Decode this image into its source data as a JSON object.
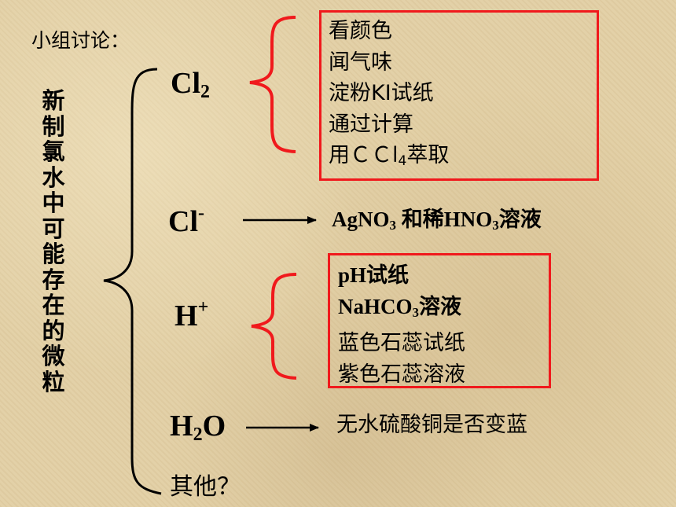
{
  "title": "小组讨论：",
  "vertical_label": [
    "新",
    "制",
    "氯",
    "水",
    "中",
    "可",
    "能",
    "存",
    "在",
    "的",
    "微",
    "粒"
  ],
  "species": {
    "cl2": {
      "base": "Cl",
      "sub": "2"
    },
    "cl_minus": {
      "base": "Cl",
      "sup": "-"
    },
    "h_plus": {
      "base": "H",
      "sup": "+"
    },
    "h2o": {
      "base": "H",
      "sub": "2",
      "tail": "O"
    },
    "other": "其他？"
  },
  "cl2_methods": {
    "item1": "看颜色",
    "item2": "闻气味",
    "item3": "淀粉KI试纸",
    "item4": "通过计算",
    "item5_pre": "用ＣＣl",
    "item5_sub": "4",
    "item5_post": "萃取"
  },
  "cl_test": {
    "p1": "AgNO",
    "s1": "3",
    "p2": " 和稀HNO",
    "s2": "3",
    "p3": "溶液"
  },
  "h_methods": {
    "item1": "pH试纸",
    "item2_pre": "NaHCO",
    "item2_sub": "3",
    "item2_post": "溶液",
    "item3": "蓝色石蕊试纸",
    "item4": "紫色石蕊溶液"
  },
  "h2o_test": "无水硫酸铜是否变蓝",
  "colors": {
    "box_border": "#f0191c",
    "brace_red": "#f0191c",
    "ink": "#000000"
  }
}
